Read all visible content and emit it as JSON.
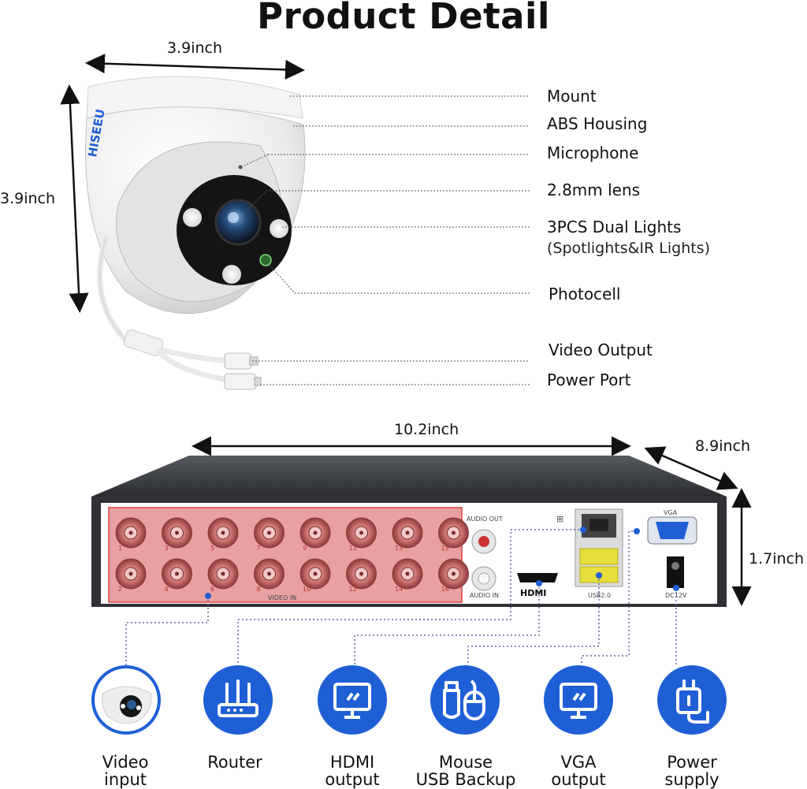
{
  "title": "Product Detail",
  "camera": {
    "width_label": "3.9inch",
    "height_label": "3.9inch",
    "brand": "HISEEU",
    "parts": [
      {
        "name": "Mount",
        "sub": ""
      },
      {
        "name": "ABS Housing",
        "sub": ""
      },
      {
        "name": "Microphone",
        "sub": ""
      },
      {
        "name": "2.8mm lens",
        "sub": ""
      },
      {
        "name": "3PCS Dual Lights",
        "sub": "(Spotlights&IR Lights)"
      },
      {
        "name": "Photocell",
        "sub": ""
      },
      {
        "name": "Video Output",
        "sub": ""
      },
      {
        "name": "Power Port",
        "sub": ""
      }
    ]
  },
  "nvr": {
    "width_label": "10.2inch",
    "depth_label": "8.9inch",
    "height_label": "1.7inch",
    "ports": {
      "audio_out": "AUDIO OUT",
      "audio_in": "AUDIO IN",
      "video_in": "VIDEO IN",
      "hdmi": "HDMI",
      "usb": "USB2.0",
      "vga": "VGA",
      "power": "DC12V"
    },
    "channel_numbers_top": [
      "1",
      "3",
      "5",
      "7",
      "9",
      "11",
      "13",
      "15"
    ],
    "channel_numbers_bottom": [
      "2",
      "4",
      "6",
      "8",
      "10",
      "12",
      "14",
      "16"
    ]
  },
  "connections": [
    {
      "line1": "Video",
      "line2": "input",
      "icon": "camera-icon"
    },
    {
      "line1": "Router",
      "line2": "",
      "icon": "router-icon"
    },
    {
      "line1": "HDMI",
      "line2": "output",
      "icon": "monitor-icon"
    },
    {
      "line1": "Mouse",
      "line2": "USB Backup",
      "icon": "usb-mouse-icon"
    },
    {
      "line1": "VGA",
      "line2": "output",
      "icon": "monitor-icon"
    },
    {
      "line1": "Power",
      "line2": "supply",
      "icon": "power-plug-icon"
    }
  ],
  "colors": {
    "accent": "#1f5fd6",
    "port_panel": "#e8a0a0",
    "usb": "#e6de3a",
    "nvr_top": "#3a3c40"
  }
}
